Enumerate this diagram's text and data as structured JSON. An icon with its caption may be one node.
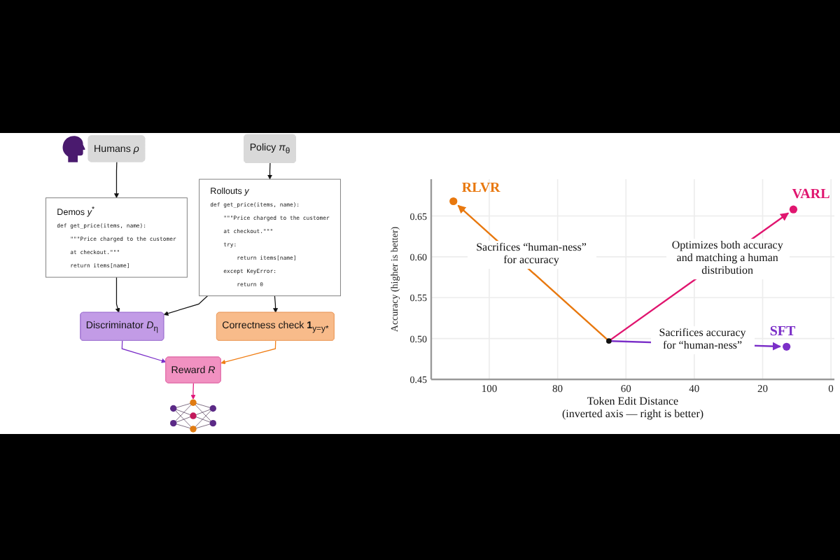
{
  "diagram": {
    "nodes": [
      {
        "text": [
          "Humans *ρ*"
        ]
      },
      {
        "text": [
          "Policy *π*$_{θ}$"
        ]
      },
      {
        "text": [],
        "shape": "picture"
      },
      {
        "text": [
          "Demos *y*$^{*}$",
          "def get_price(items, name):",
          "    \"\"\"Price charged to the customer",
          "    at checkout.\"\"\"",
          "    return items[name]"
        ]
      },
      {
        "text": [
          "Rollouts *y*",
          "def get_price(items, name):",
          "    \"\"\"Price charged to the customer",
          "    at checkout.\"\"\"",
          "    try:",
          "        return items[name]",
          "    except KeyError:",
          "        return 0"
        ]
      },
      {
        "text": [
          "Discriminator *D*$_{η}$"
        ]
      },
      {
        "text": [
          "Correctness check **1**$_{y=y*}$"
        ]
      },
      {
        "text": [
          "Reward *R*"
        ]
      }
    ],
    "edges": [
      {
        "from": 0,
        "to": 3,
        "arrow": "to"
      },
      {
        "from": 1,
        "to": 4,
        "arrow": "to"
      },
      {
        "from": 3,
        "to": 5,
        "arrow": "to"
      },
      {
        "from": 4,
        "to": 5,
        "arrow": "to"
      },
      {
        "from": 4,
        "to": 6,
        "arrow": "to"
      },
      {
        "from": 5,
        "to": 7,
        "arrow": "to",
        "color": "#7b2fc8"
      },
      {
        "from": 6,
        "to": 7,
        "arrow": "to",
        "color": "#f07d14"
      },
      {
        "from": 7,
        "to": 2,
        "arrow": "to",
        "color": "#e0157a"
      }
    ],
    "chart_data": {
      "type": "scatter",
      "xlabel": "Token Edit Distance (inverted axis — right is better)",
      "ylabel": "Accuracy (higher is better)",
      "x": [
        65,
        110.5,
        11,
        13
      ],
      "xlim": [
        117,
        -1
      ],
      "ylim": [
        0.45,
        0.695
      ],
      "xticks": [
        100,
        80,
        60,
        40,
        20,
        0
      ],
      "yticks": [
        {
          "value": 0.45,
          "label": "0.45"
        },
        {
          "value": 0.5,
          "label": "0.50"
        },
        {
          "value": 0.55,
          "label": "0.55"
        },
        {
          "value": 0.6,
          "label": "0.60"
        },
        {
          "value": 0.65,
          "label": "0.65"
        }
      ],
      "grid": true,
      "series": [
        {
          "color": "#111111",
          "values": [
            0.497,
            null,
            null,
            null
          ]
        },
        {
          "name": "RLVR",
          "color": "#e8780e",
          "values": [
            null,
            0.668,
            null,
            null
          ]
        },
        {
          "name": "VARL",
          "color": "#e0156f",
          "values": [
            null,
            null,
            0.658,
            null
          ]
        },
        {
          "name": "SFT",
          "color": "#7b2fc8",
          "values": [
            null,
            null,
            null,
            0.49
          ]
        }
      ],
      "annotations": [
        "Sacrifices “human-ness” for accuracy",
        "Optimizes both accuracy and matching a human distribution",
        "Sacrifices accuracy for “human-ness”"
      ]
    }
  }
}
